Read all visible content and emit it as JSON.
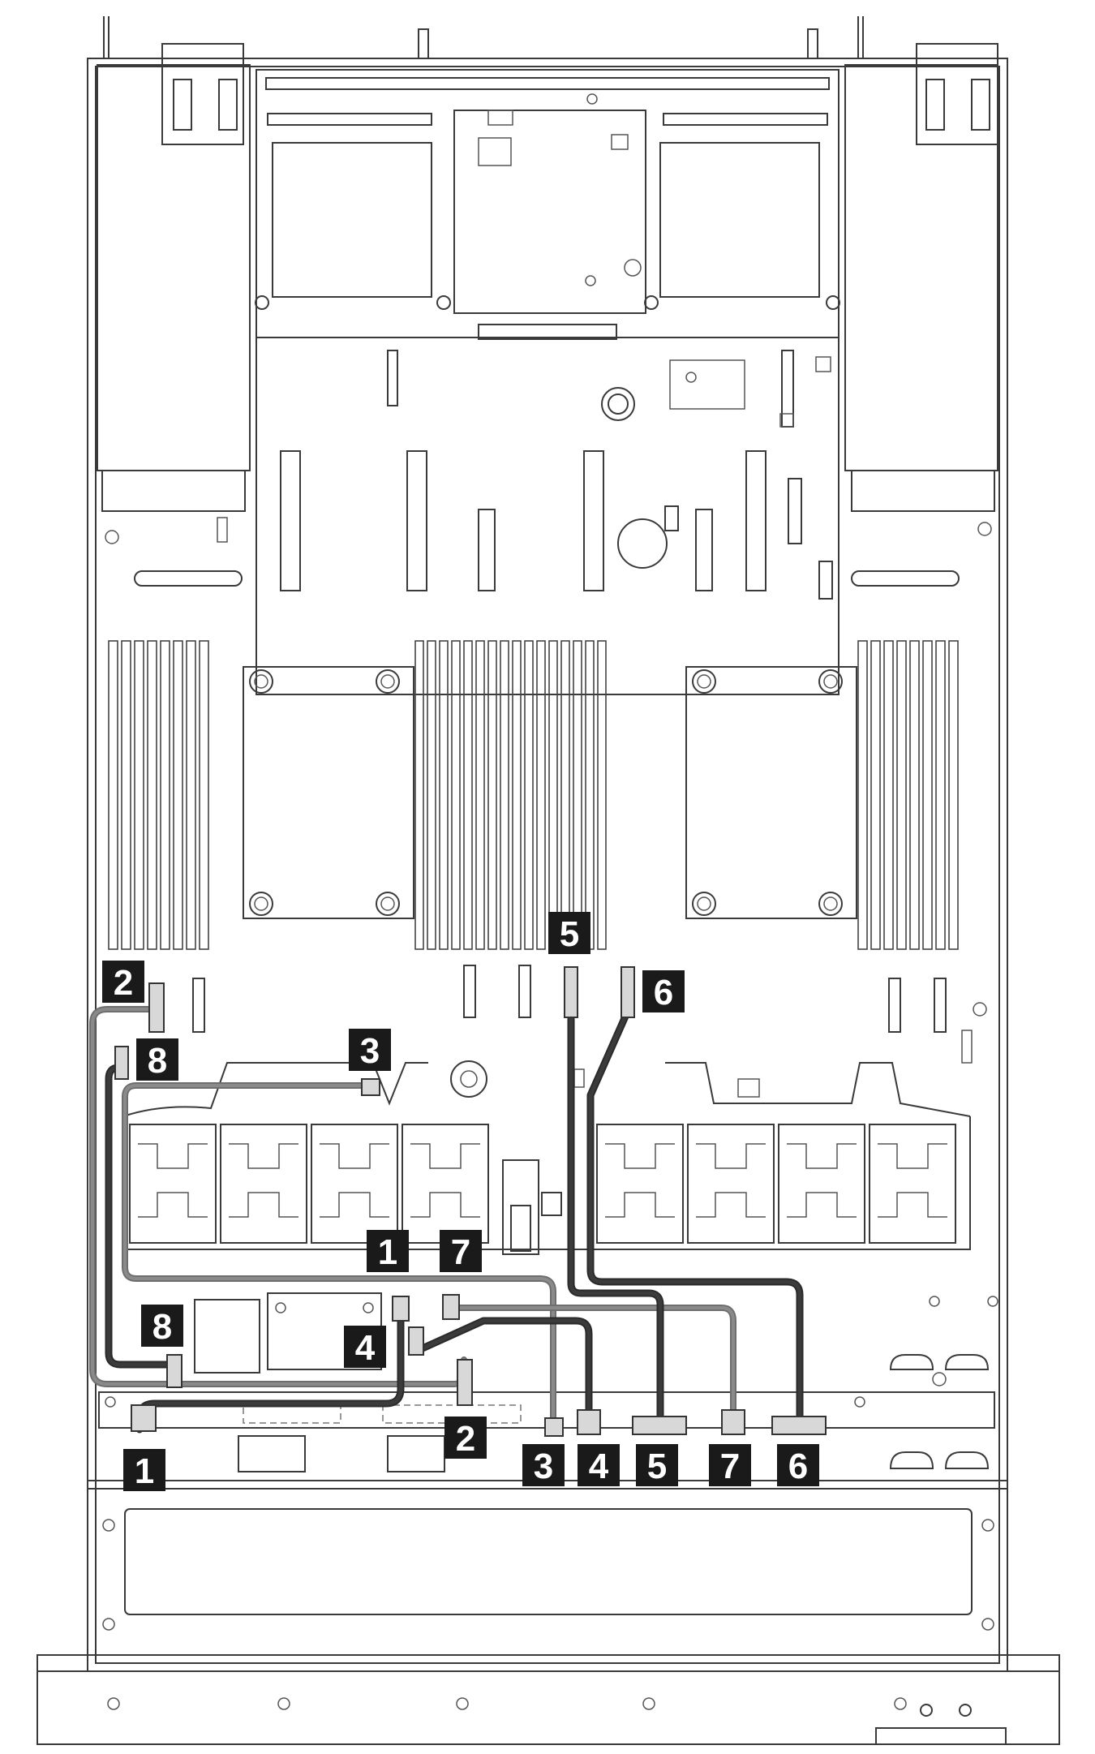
{
  "callouts": {
    "c1_upper": "1",
    "c1_lower": "1",
    "c2_upper": "2",
    "c2_lower": "2",
    "c3_upper": "3",
    "c3_lower": "3",
    "c4_upper": "4",
    "c4_lower": "4",
    "c5_upper": "5",
    "c5_lower": "5",
    "c6_upper": "6",
    "c6_lower": "6",
    "c7_upper": "7",
    "c7_lower": "7",
    "c8_upper": "8",
    "c8_lower": "8"
  },
  "colors": {
    "badge_fill": "#1a1a1a",
    "badge_text": "#ffffff",
    "cable_dark": "#2a2a2a",
    "cable_gray": "#6e6e6e",
    "outline": "#3a3a3a"
  }
}
